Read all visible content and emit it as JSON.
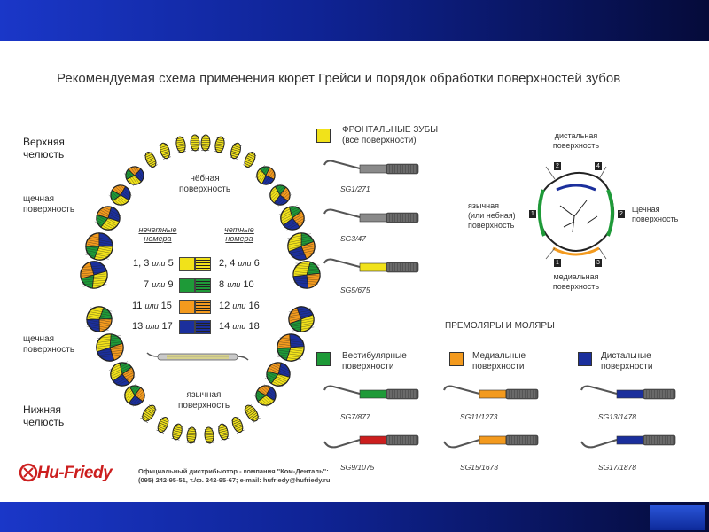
{
  "title": "Рекомендуемая схема применения кюрет Грейси и порядок обработки поверхностей зубов",
  "labels": {
    "upper_jaw_1": "Верхняя",
    "upper_jaw_2": "челюсть",
    "buccal_upper_1": "щечная",
    "buccal_upper_2": "поверхность",
    "palatal_1": "нёбная",
    "palatal_2": "поверхность",
    "odd_1": "нечетные",
    "odd_2": "номера",
    "even_1": "четные",
    "even_2": "номера",
    "buccal_lower_1": "щечная",
    "buccal_lower_2": "поверхность",
    "lingual_1": "язычная",
    "lingual_2": "поверхность",
    "lower_jaw_1": "Нижняя",
    "lower_jaw_2": "челюсть"
  },
  "pairs": [
    {
      "odd_a": "1, 3",
      "odd_or": "или",
      "odd_b": "5",
      "even_a": "2, 4",
      "even_or": "или",
      "even_b": "6",
      "color": "#f1e21a"
    },
    {
      "odd_a": "7",
      "odd_or": "или",
      "odd_b": "9",
      "even_a": "8",
      "even_or": "или",
      "even_b": "10",
      "color": "#1e9a38"
    },
    {
      "odd_a": "11",
      "odd_or": "или",
      "odd_b": "15",
      "even_a": "12",
      "even_or": "или",
      "even_b": "16",
      "color": "#f39a1e"
    },
    {
      "odd_a": "13",
      "odd_or": "или",
      "odd_b": "17",
      "even_a": "14",
      "even_or": "или",
      "even_b": "18",
      "color": "#1b2f9c"
    }
  ],
  "anterior": {
    "header_1": "ФРОНТАЛЬНЫЕ ЗУБЫ",
    "header_2": "(все поверхности)",
    "color": "#f1e21a",
    "instruments": [
      "SG1/271",
      "SG3/47",
      "SG5/675"
    ]
  },
  "tooth_section": {
    "distal_1": "дистальная",
    "distal_2": "поверхность",
    "lingual_1": "язычная",
    "lingual_2": "(или небная)",
    "lingual_3": "поверхность",
    "buccal_1": "щечная",
    "buccal_2": "поверхность",
    "mesial_1": "медиальная",
    "mesial_2": "поверхность",
    "markers": [
      "2",
      "4",
      "1",
      "2",
      "1",
      "3"
    ]
  },
  "posterior": {
    "header": "ПРЕМОЛЯРЫ И МОЛЯРЫ",
    "groups": [
      {
        "label_1": "Вестибулярные",
        "label_2": "поверхности",
        "color": "#1e9a38"
      },
      {
        "label_1": "Медиальные",
        "label_2": "поверхности",
        "color": "#f39a1e"
      },
      {
        "label_1": "Дистальные",
        "label_2": "поверхности",
        "color": "#1b2f9c"
      }
    ],
    "instruments": [
      "SG7/877",
      "SG11/1273",
      "SG13/1478",
      "SG9/1075",
      "SG15/1673",
      "SG17/1878"
    ]
  },
  "footer": {
    "logo": "Hu-Friedy",
    "line1": "Официальный дистрибьютор - компания \"Ком-Денталь\":",
    "line2": "(095) 242-95-51, т./ф. 242-95-67; e-mail: hufriedy@hufriedy.ru"
  },
  "colors": {
    "yellow": "#f1e21a",
    "green": "#1e9a38",
    "orange": "#f39a1e",
    "blue": "#1b2f9c",
    "brand_red": "#cc1e1e"
  }
}
